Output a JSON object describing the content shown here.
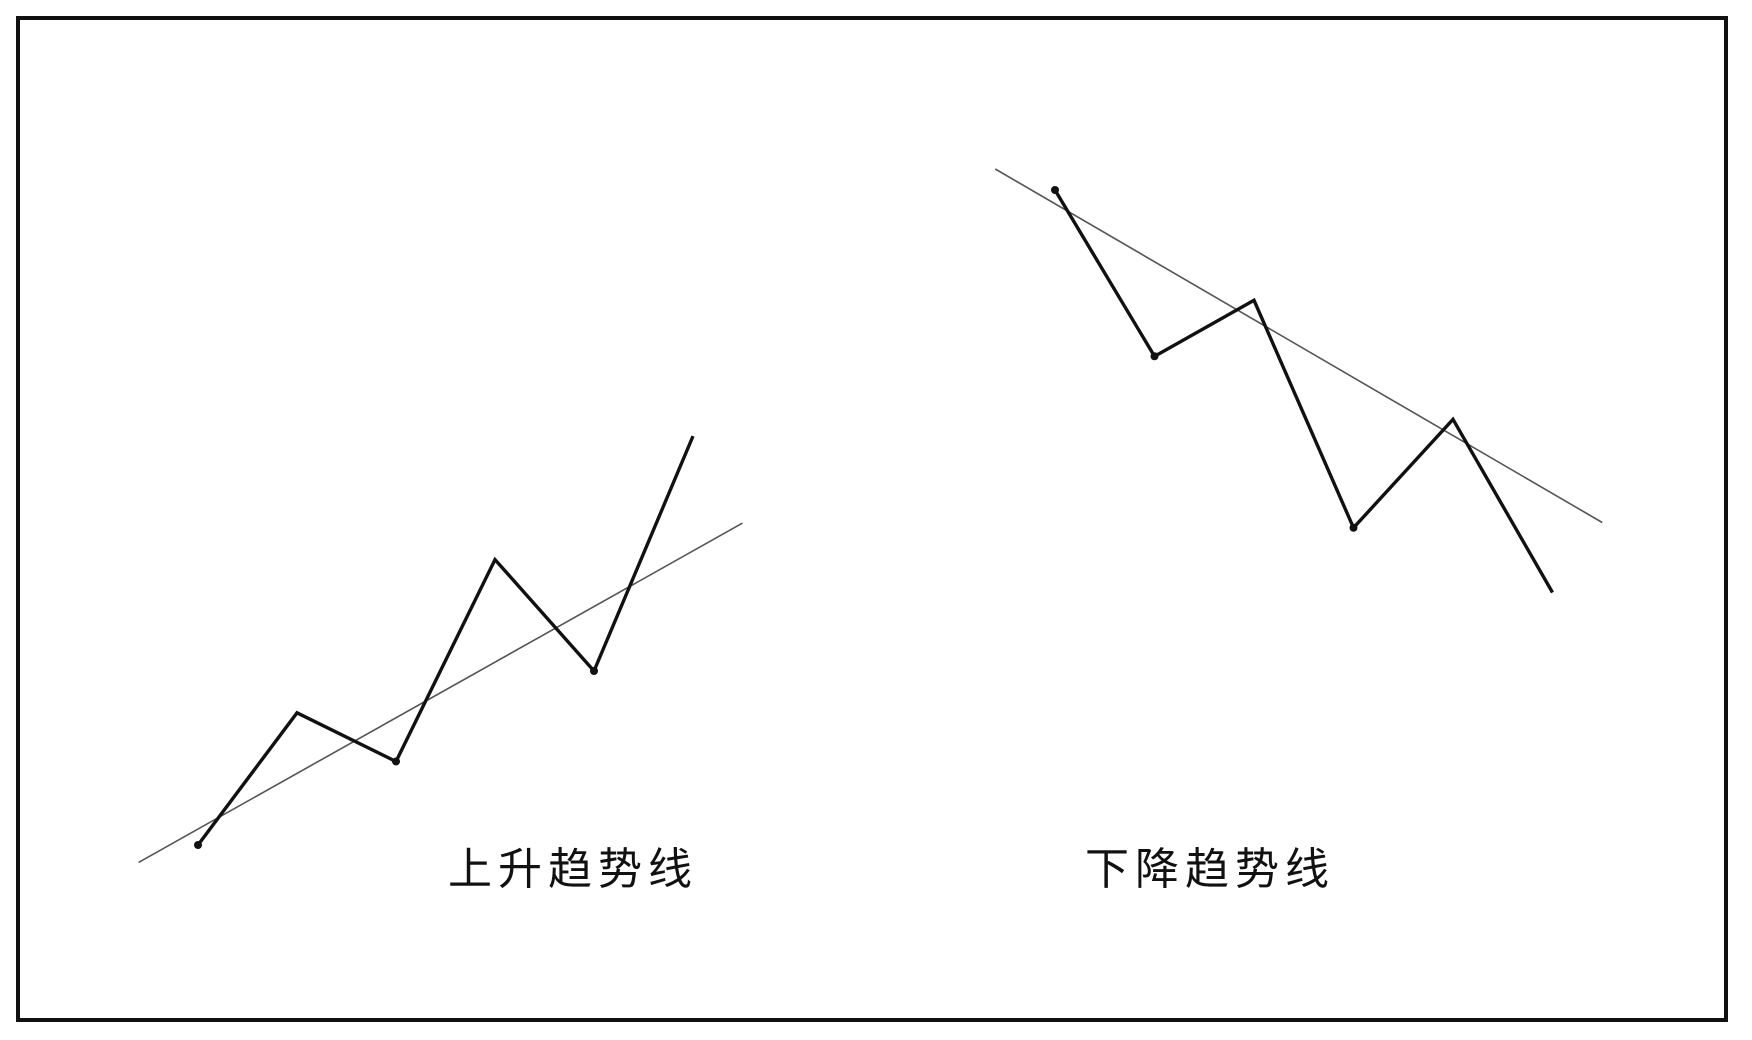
{
  "uptrend": {
    "label": "上升趋势线",
    "price_points": [
      [
        0,
        0
      ],
      [
        1,
        0.76
      ],
      [
        2,
        0.48
      ],
      [
        3,
        1.64
      ],
      [
        4,
        1.0
      ],
      [
        5,
        2.35
      ]
    ],
    "trendline": [
      [
        -0.6,
        -0.1
      ],
      [
        5.5,
        1.85
      ]
    ]
  },
  "downtrend": {
    "label": "下降趋势线",
    "price_points": [
      [
        0,
        0
      ],
      [
        1,
        -0.95
      ],
      [
        2,
        -0.63
      ],
      [
        3,
        -1.93
      ],
      [
        4,
        -1.31
      ],
      [
        5,
        -2.3
      ]
    ],
    "trendline": [
      [
        -0.6,
        0.12
      ],
      [
        5.5,
        -1.9
      ]
    ]
  },
  "colors": {
    "ink": "#111111",
    "trendline": "#555555",
    "background": "#ffffff"
  }
}
